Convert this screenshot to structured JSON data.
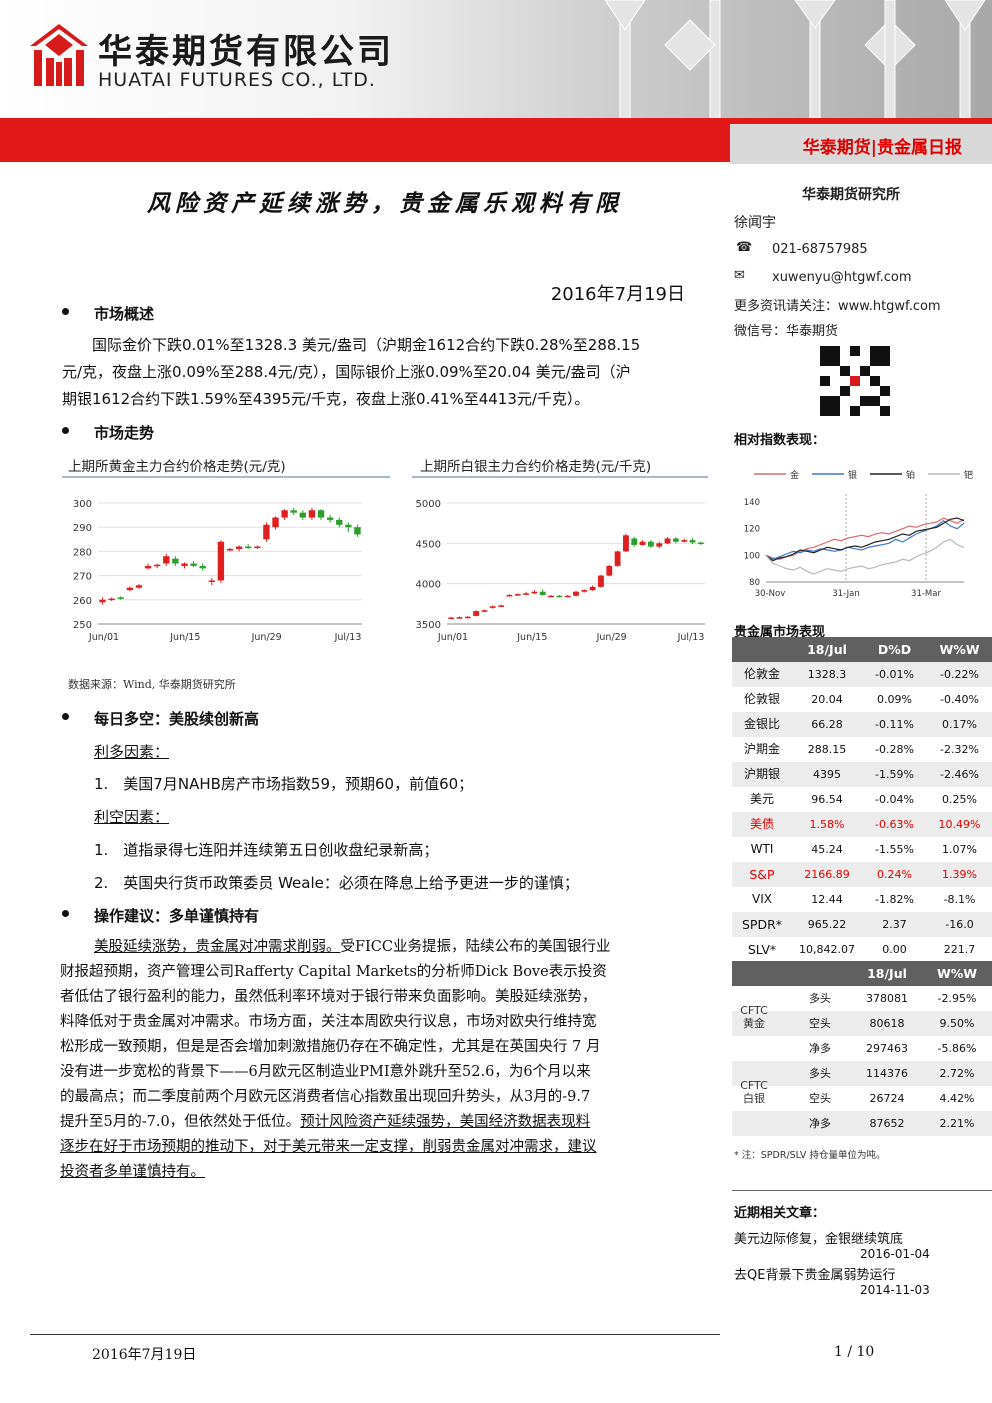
{
  "header": {
    "company_cn": "华泰期货有限公司",
    "company_en": "HUATAI FUTURES CO., LTD.",
    "tag": "华泰期货|贵金属日报"
  },
  "title": "风险资产延续涨势，贵金属乐观料有限",
  "date": "2016年7月19日",
  "sections": {
    "overview": {
      "heading": "市场概述",
      "text": "国际金价下跌0.01%至1328.3 美元/盎司（沪期金1612合约下跌0.28%至288.15元/克，夜盘上涨0.09%至288.4元/克），国际银价上涨0.09%至20.04 美元/盎司（沪期银1612合约下跌1.59%至4395元/千克，夜盘上涨0.41%至4413元/千克）。",
      "lines": [
        "国际金价下跌0.01%至1328.3 美元/盎司（沪期金1612合约下跌0.28%至288.15",
        "元/克，夜盘上涨0.09%至288.4元/克），国际银价上涨0.09%至20.04 美元/盎司（沪",
        "期银1612合约下跌1.59%至4395元/千克，夜盘上涨0.41%至4413元/千克）。"
      ]
    },
    "trend": {
      "heading": "市场走势"
    },
    "daily": {
      "heading": "每日多空：美股续创新高",
      "bull_label": "利多因素：",
      "bull_items": [
        "1.　美国7月NAHB房产市场指数59，预期60，前值60；"
      ],
      "bear_label": "利空因素：",
      "bear_items": [
        "1.　道指录得七连阳并连续第五日创收盘纪录新高；",
        "2.　英国央行货币政策委员 Weale：必须在降息上给予更进一步的谨慎；"
      ]
    },
    "advice": {
      "heading": "操作建议：多单谨慎持有",
      "lines": [
        [
          "美股延续涨势，贵金属对冲需求削弱。",
          "受FICC业务提振，陆续公布的美国银行业"
        ],
        [
          "",
          "财报超预期，资产管理公司Rafferty Capital Markets的分析师Dick Bove表示投资"
        ],
        [
          "",
          "者低估了银行盈利的能力，虽然低利率环境对于银行带来负面影响。美股延续涨势，"
        ],
        [
          "",
          "料降低对于贵金属对冲需求。市场方面，关注本周欧央行议息，市场对欧央行维持宽"
        ],
        [
          "",
          "松形成一致预期，但是是否会增加刺激措施仍存在不确定性，尤其是在英国央行 7 月"
        ],
        [
          "",
          "没有进一步宽松的背景下——6月欧元区制造业PMI意外跳升至52.6，为6个月以来"
        ],
        [
          "",
          "的最高点；而二季度前两个月欧元区消费者信心指数虽出现回升势头，从3月的-9.7"
        ],
        [
          "提升至5月的-7.0，但依然处于低位。",
          "预计风险资产延续强势，美国经济数据表现料"
        ],
        [
          "逐步在好于市场预期的推动下，对于美元带来一定支撑，削弱贵金属对冲需求，建议",
          ""
        ],
        [
          "投资者多单谨慎持有。",
          ""
        ]
      ]
    }
  },
  "source_note": "数据来源：Wind, 华泰期货研究所",
  "chart_data": [
    {
      "type": "candlestick",
      "title": "上期所黄金主力合约价格走势(元/克)",
      "x_ticks": [
        "Jun/01",
        "Jun/15",
        "Jun/29",
        "Jul/13"
      ],
      "y_ticks": [
        "300",
        "290",
        "280",
        "270",
        "260",
        "250"
      ],
      "ylim": [
        250,
        300
      ],
      "candles": [
        [
          259,
          260,
          261,
          258
        ],
        [
          260,
          260.5,
          261,
          259.5
        ],
        [
          261,
          260.5,
          261.5,
          260
        ],
        [
          264,
          265,
          265.5,
          263.5
        ],
        [
          265,
          266,
          266.5,
          264.5
        ],
        [
          273,
          274,
          275,
          272.5
        ],
        [
          274,
          274.5,
          275,
          273
        ],
        [
          275,
          278,
          279,
          274
        ],
        [
          277,
          275,
          278,
          274
        ],
        [
          274,
          275,
          275.5,
          273
        ],
        [
          275,
          274,
          276,
          273.5
        ],
        [
          274,
          273,
          275,
          272
        ],
        [
          268,
          268,
          269,
          266
        ],
        [
          268,
          284,
          284.5,
          267
        ],
        [
          281,
          281,
          281.5,
          280
        ],
        [
          281,
          282,
          282.5,
          280
        ],
        [
          282,
          281.5,
          283,
          281
        ],
        [
          282,
          282,
          282.5,
          281
        ],
        [
          285,
          291,
          292,
          284
        ],
        [
          290,
          294,
          294.5,
          289
        ],
        [
          294,
          297,
          297.5,
          293
        ],
        [
          297,
          296,
          298,
          295
        ],
        [
          296,
          294,
          297,
          293
        ],
        [
          294,
          297,
          298,
          293
        ],
        [
          297,
          294,
          297.5,
          293
        ],
        [
          294,
          293,
          295,
          292
        ],
        [
          293,
          291,
          294,
          290
        ],
        [
          291,
          290,
          292,
          288
        ],
        [
          290,
          287,
          291,
          286
        ]
      ],
      "up_color": "#e02020",
      "down_color": "#2aa02a"
    },
    {
      "type": "candlestick",
      "title": "上期所白银主力合约价格走势(元/千克)",
      "x_ticks": [
        "Jun/01",
        "Jun/15",
        "Jun/29",
        "Jul/13"
      ],
      "y_ticks": [
        "5000",
        "4500",
        "4000",
        "3500"
      ],
      "ylim": [
        3500,
        5000
      ],
      "candles": [
        [
          3570,
          3580,
          3590,
          3560
        ],
        [
          3580,
          3585,
          3595,
          3575
        ],
        [
          3585,
          3590,
          3600,
          3580
        ],
        [
          3600,
          3660,
          3670,
          3595
        ],
        [
          3660,
          3670,
          3680,
          3650
        ],
        [
          3700,
          3720,
          3730,
          3690
        ],
        [
          3720,
          3730,
          3740,
          3710
        ],
        [
          3850,
          3860,
          3870,
          3840
        ],
        [
          3860,
          3870,
          3880,
          3850
        ],
        [
          3870,
          3880,
          3900,
          3860
        ],
        [
          3880,
          3900,
          3920,
          3870
        ],
        [
          3900,
          3860,
          3930,
          3850
        ],
        [
          3850,
          3850,
          3860,
          3840
        ],
        [
          3850,
          3840,
          3860,
          3830
        ],
        [
          3840,
          3850,
          3860,
          3830
        ],
        [
          3850,
          3900,
          3910,
          3840
        ],
        [
          3900,
          3920,
          3930,
          3890
        ],
        [
          3920,
          3960,
          3980,
          3910
        ],
        [
          3960,
          4100,
          4110,
          3950
        ],
        [
          4100,
          4220,
          4230,
          4090
        ],
        [
          4220,
          4400,
          4410,
          4210
        ],
        [
          4400,
          4600,
          4620,
          4390
        ],
        [
          4560,
          4480,
          4580,
          4460
        ],
        [
          4480,
          4520,
          4540,
          4470
        ],
        [
          4520,
          4460,
          4540,
          4440
        ],
        [
          4460,
          4500,
          4520,
          4440
        ],
        [
          4500,
          4560,
          4580,
          4490
        ],
        [
          4560,
          4520,
          4580,
          4500
        ],
        [
          4520,
          4540,
          4560,
          4510
        ],
        [
          4540,
          4510,
          4560,
          4490
        ],
        [
          4510,
          4500,
          4520,
          4480
        ]
      ],
      "up_color": "#e02020",
      "down_color": "#2aa02a"
    },
    {
      "type": "line",
      "title": "",
      "x_ticks": [
        "30-Nov",
        "31-Jan",
        "31-Mar"
      ],
      "y_ticks": [
        "140",
        "120",
        "100",
        "80"
      ],
      "ylim": [
        80,
        140
      ],
      "legend": [
        "金",
        "银",
        "铂",
        "钯"
      ],
      "series": [
        {
          "name": "金",
          "color": "#d96a6a",
          "values": [
            100,
            98,
            97,
            99,
            100,
            103,
            105,
            106,
            108,
            110,
            112,
            111,
            113,
            114,
            115,
            114,
            116,
            117,
            116,
            118,
            120,
            122,
            121,
            123,
            124,
            125,
            128,
            126,
            124,
            127
          ]
        },
        {
          "name": "银",
          "color": "#3a78c8",
          "values": [
            100,
            97,
            99,
            101,
            103,
            102,
            104,
            103,
            105,
            104,
            103,
            104,
            106,
            105,
            104,
            106,
            107,
            108,
            109,
            112,
            110,
            113,
            116,
            118,
            120,
            122,
            126,
            122,
            120,
            124
          ]
        },
        {
          "name": "铂",
          "color": "#222222",
          "values": [
            100,
            96,
            98,
            99,
            101,
            104,
            103,
            102,
            104,
            106,
            105,
            104,
            106,
            107,
            106,
            108,
            110,
            111,
            112,
            114,
            116,
            115,
            118,
            119,
            120,
            121,
            124,
            127,
            128,
            126
          ]
        },
        {
          "name": "钯",
          "color": "#b8b8b8",
          "values": [
            100,
            94,
            92,
            90,
            89,
            91,
            88,
            86,
            88,
            90,
            89,
            88,
            90,
            91,
            92,
            90,
            91,
            93,
            94,
            95,
            97,
            96,
            99,
            101,
            103,
            106,
            110,
            112,
            108,
            106
          ]
        }
      ]
    }
  ],
  "sidebar": {
    "institute": "华泰期货研究所",
    "analyst": "徐闻宇",
    "phone": "021-68757985",
    "email": "xuwenyu@htgwf.com",
    "follow": "更多资讯请关注：www.htgwf.com",
    "wechat": "微信号：华泰期货",
    "relative_title": "相对指数表现：",
    "market_title": "贵金属市场表现",
    "market_headers": [
      "18/Jul",
      "D%D",
      "W%W"
    ],
    "market_rows": [
      {
        "name": "伦敦金",
        "v": "1328.3",
        "d": "-0.01%",
        "w": "-0.22%"
      },
      {
        "name": "伦敦银",
        "v": "20.04",
        "d": "0.09%",
        "w": "-0.40%"
      },
      {
        "name": "金银比",
        "v": "66.28",
        "d": "-0.11%",
        "w": "0.17%"
      },
      {
        "name": "沪期金",
        "v": "288.15",
        "d": "-0.28%",
        "w": "-2.32%"
      },
      {
        "name": "沪期银",
        "v": "4395",
        "d": "-1.59%",
        "w": "-2.46%"
      },
      {
        "name": "美元",
        "v": "96.54",
        "d": "-0.04%",
        "w": "0.25%"
      },
      {
        "name": "美债",
        "v": "1.58%",
        "d": "-0.63%",
        "w": "10.49%"
      },
      {
        "name": "WTI",
        "v": "45.24",
        "d": "-1.55%",
        "w": "1.07%"
      },
      {
        "name": "S&P",
        "v": "2166.89",
        "d": "0.24%",
        "w": "1.39%"
      },
      {
        "name": "VIX",
        "v": "12.44",
        "d": "-1.82%",
        "w": "-8.1%"
      },
      {
        "name": "SPDR*",
        "v": "965.22",
        "d": "2.37",
        "w": "-16.0"
      },
      {
        "name": "SLV*",
        "v": "10,842.07",
        "d": "0.00",
        "w": "221.7"
      }
    ],
    "cftc_headers": [
      "18/Jul",
      "W%W"
    ],
    "cftc_gold_label": "CFTC 黄金",
    "cftc_silver_label": "CFTC 白银",
    "cftc_rows": [
      {
        "name": "多头",
        "v": "378081",
        "w": "-2.95%"
      },
      {
        "name": "空头",
        "v": "80618",
        "w": "9.50%"
      },
      {
        "name": "净多",
        "v": "297463",
        "w": "-5.86%"
      },
      {
        "name": "多头",
        "v": "114376",
        "w": "2.72%"
      },
      {
        "name": "空头",
        "v": "26724",
        "w": "4.42%"
      },
      {
        "name": "净多",
        "v": "87652",
        "w": "2.21%"
      }
    ],
    "note": "* 注：SPDR/SLV 持仓量单位为吨。",
    "related_title": "近期相关文章：",
    "articles": [
      {
        "title": "美元边际修复，金银继续筑底",
        "date": "2016-01-04"
      },
      {
        "title": "去QE背景下贵金属弱势运行",
        "date": "2014-11-03"
      }
    ]
  },
  "footer": {
    "date": "2016年7月19日",
    "page": "1 / 10"
  },
  "colors": {
    "brand_red": "#e31818",
    "table_header": "#606060",
    "table_alt": "#ececec"
  }
}
